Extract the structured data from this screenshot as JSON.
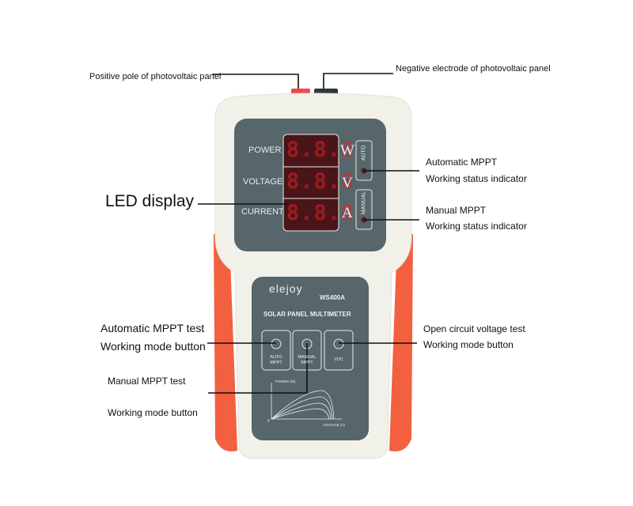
{
  "annotations": {
    "positive_pole": "Positive pole of photovoltaic panel",
    "negative_electrode": "Negative electrode of photovoltaic panel",
    "led_display": "LED display",
    "auto_indicator_line1": "Automatic MPPT",
    "auto_indicator_line2": "Working status indicator",
    "manual_indicator_line1": "Manual MPPT",
    "manual_indicator_line2": "Working status indicator",
    "auto_button_line1": "Automatic MPPT test",
    "auto_button_line2": "Working mode button",
    "manual_button_line1": "Manual MPPT test",
    "manual_button_line2": "Working mode button",
    "voc_button_line1": "Open circuit voltage test",
    "voc_button_line2": "Working mode button"
  },
  "device": {
    "brand": "elejoy",
    "model": "WS400A",
    "product_name": "SOLAR PANEL MULTIMETER",
    "display_rows": [
      {
        "label": "POWER",
        "digits": "8.8.8",
        "unit": "W"
      },
      {
        "label": "VOLTAGE",
        "digits": "8.8.8",
        "unit": "V"
      },
      {
        "label": "CURRENT",
        "digits": "8.8.8",
        "unit": "A"
      }
    ],
    "indicators": {
      "auto": "AUTO",
      "manual": "MANUAL"
    },
    "buttons": [
      {
        "label": "AUTO MPPT"
      },
      {
        "label": "MANUAL MPPT"
      },
      {
        "label": "VOC"
      }
    ],
    "graph": {
      "y_label": "POWER (W)",
      "x_label": "VOLTAGE (V)",
      "origin": "0"
    },
    "colors": {
      "body": "#f1f1e9",
      "accent": "#f2603f",
      "panel": "#56666a",
      "led": "#e2202a"
    }
  }
}
